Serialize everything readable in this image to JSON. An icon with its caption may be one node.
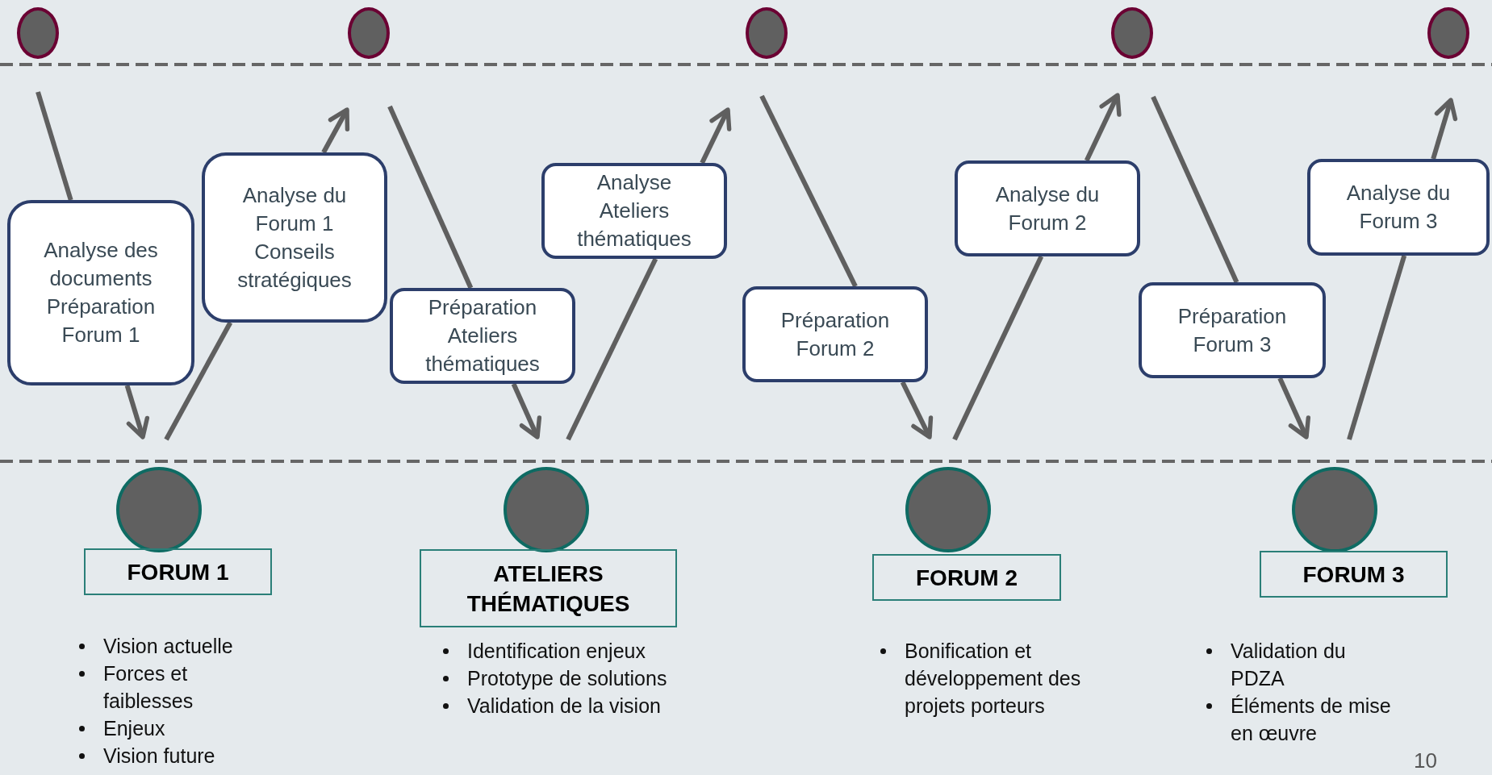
{
  "diagram": {
    "nodes": [
      {
        "text": [],
        "shape": "circle"
      },
      {
        "text": [],
        "shape": "circle"
      },
      {
        "text": [],
        "shape": "circle"
      },
      {
        "text": [],
        "shape": "circle"
      },
      {
        "text": [],
        "shape": "circle"
      },
      {
        "text": [
          "Analyse des documents Préparation Forum 1"
        ]
      },
      {
        "text": [
          "Analyse du Forum 1 Conseils stratégiques"
        ]
      },
      {
        "text": [
          "Préparation Ateliers thématiques"
        ]
      },
      {
        "text": [
          "Analyse Ateliers thématiques"
        ]
      },
      {
        "text": [
          "Préparation Forum 2"
        ]
      },
      {
        "text": [
          "Analyse du Forum 2"
        ]
      },
      {
        "text": [
          "Préparation Forum 3"
        ]
      },
      {
        "text": [
          "Analyse du Forum 3"
        ]
      },
      {
        "text": [],
        "shape": "circle"
      },
      {
        "text": [],
        "shape": "circle"
      },
      {
        "text": [],
        "shape": "circle"
      },
      {
        "text": [],
        "shape": "circle"
      },
      {
        "text": [
          "FORUM 1"
        ],
        "beside": [
          "Vision actuelle",
          "Forces et faiblesses",
          "Enjeux",
          "Vision future"
        ]
      },
      {
        "text": [
          "ATELIERS THÉMATIQUES"
        ],
        "beside": [
          "Identification enjeux",
          "Prototype de solutions",
          "Validation de la vision"
        ]
      },
      {
        "text": [
          "FORUM 2"
        ],
        "beside": [
          "Bonification et développement des projets porteurs"
        ]
      },
      {
        "text": [
          "FORUM 3"
        ],
        "beside": [
          "Validation du PDZA",
          "Éléments de mise en œuvre"
        ]
      }
    ],
    "edges": [
      {
        "from": 0,
        "to": 5,
        "arrow": "none"
      },
      {
        "from": 5,
        "to": 13,
        "arrow": "to"
      },
      {
        "from": 13,
        "to": 6,
        "arrow": "none"
      },
      {
        "from": 6,
        "to": null,
        "arrow": "to"
      },
      {
        "from": 1,
        "to": 7,
        "arrow": "none"
      },
      {
        "from": 7,
        "to": 14,
        "arrow": "to"
      },
      {
        "from": 14,
        "to": 8,
        "arrow": "none"
      },
      {
        "from": 8,
        "to": 2,
        "arrow": "to"
      },
      {
        "from": 2,
        "to": 9,
        "arrow": "none"
      },
      {
        "from": 9,
        "to": 15,
        "arrow": "to"
      },
      {
        "from": 15,
        "to": 10,
        "arrow": "none"
      },
      {
        "from": 10,
        "to": 3,
        "arrow": "to"
      },
      {
        "from": 3,
        "to": 11,
        "arrow": "none"
      },
      {
        "from": 11,
        "to": 16,
        "arrow": "to"
      },
      {
        "from": 16,
        "to": 12,
        "arrow": "none"
      },
      {
        "from": 12,
        "to": 4,
        "arrow": "to"
      }
    ],
    "labels": [
      "10"
    ]
  }
}
